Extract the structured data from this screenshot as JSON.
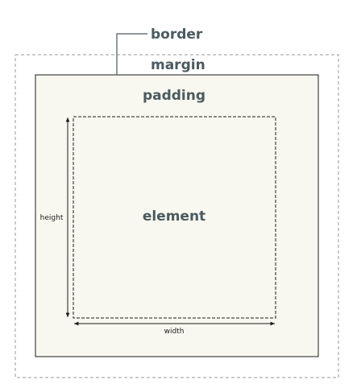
{
  "labels": {
    "border": "border",
    "margin": "margin",
    "padding": "padding",
    "element": "element",
    "height": "height",
    "width": "width"
  },
  "colors": {
    "label_text": "#4a5a60",
    "padding_fill": "#f8f8f0",
    "border_stroke": "#1a1a1a",
    "margin_stroke": "#9a9a9a",
    "callout_line": "#4a5a60"
  }
}
